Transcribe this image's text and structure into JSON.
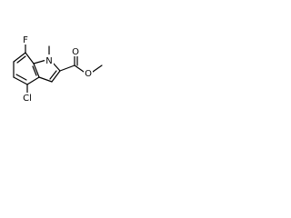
{
  "molecule": {
    "atoms": {
      "fluorine": "F",
      "chlorine": "Cl",
      "ring_nitrogen": "N",
      "carbonyl_oxygen": "O",
      "ester_oxygen": "O"
    }
  }
}
